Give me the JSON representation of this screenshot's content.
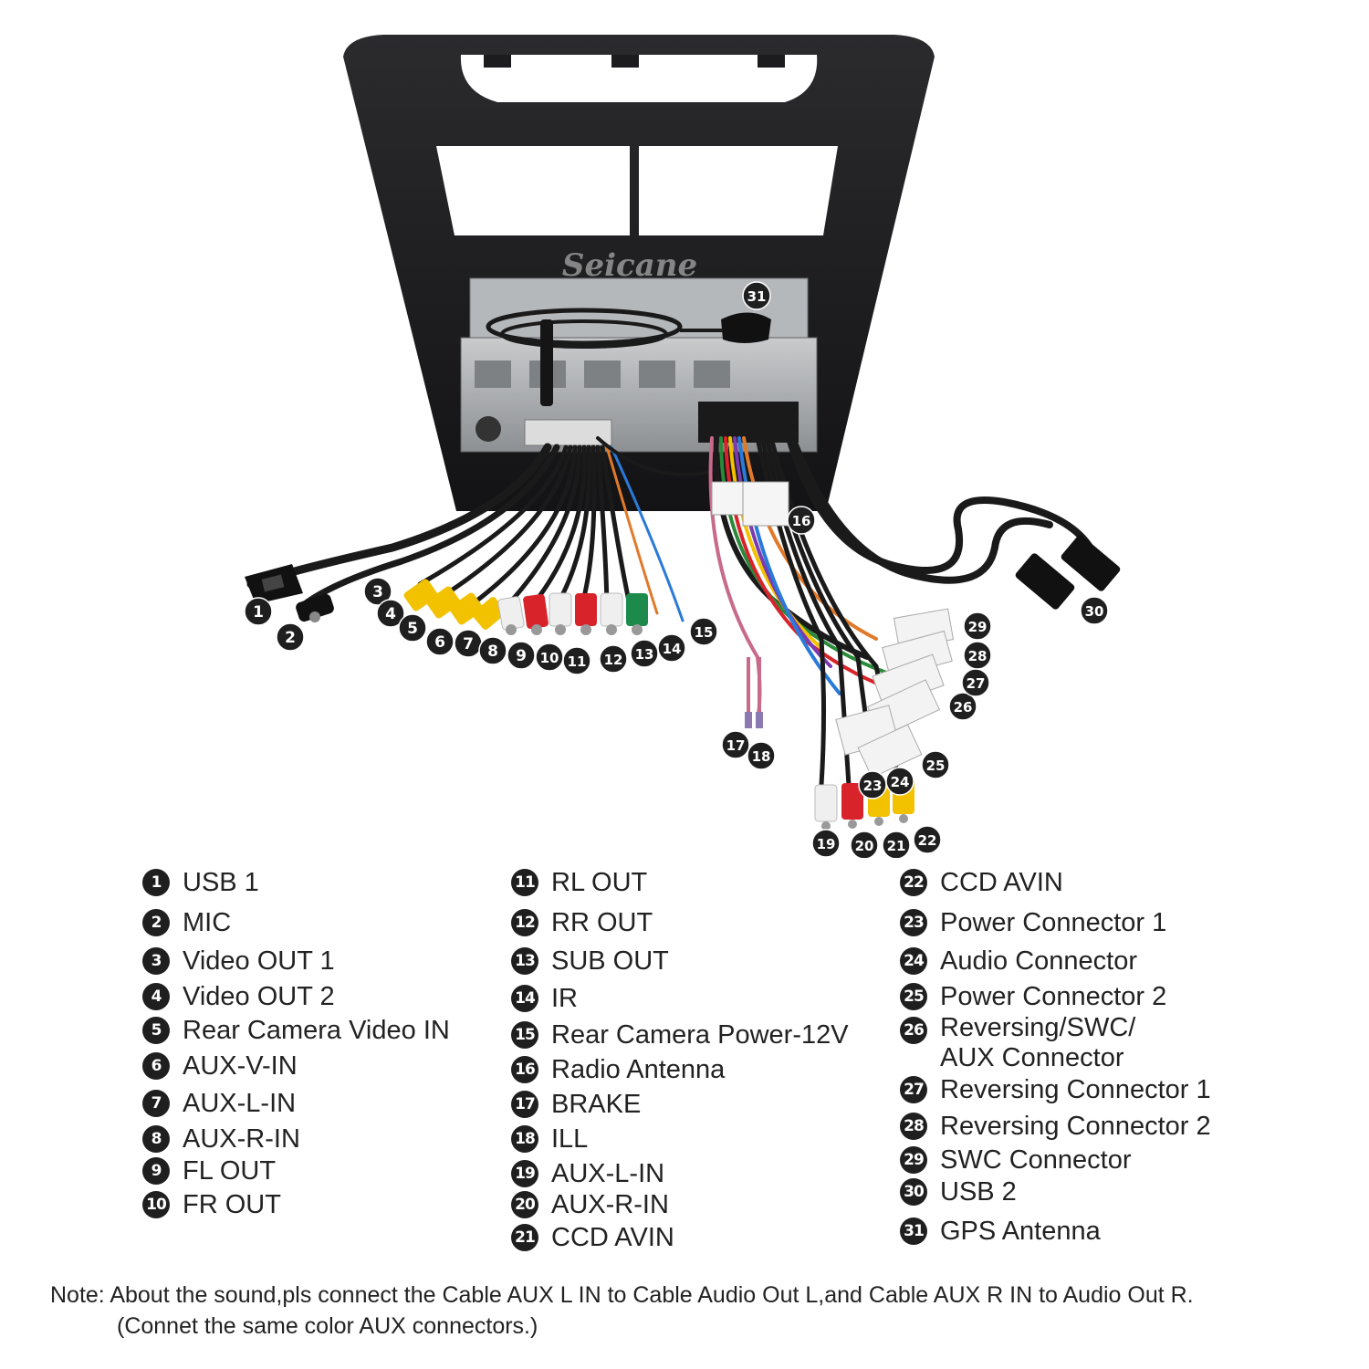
{
  "image": {
    "watermark": "Seicane",
    "diagram_badges": [
      {
        "n": "1"
      },
      {
        "n": "2"
      },
      {
        "n": "3"
      },
      {
        "n": "4"
      },
      {
        "n": "5"
      },
      {
        "n": "6"
      },
      {
        "n": "7"
      },
      {
        "n": "8"
      },
      {
        "n": "9"
      },
      {
        "n": "10"
      },
      {
        "n": "11"
      },
      {
        "n": "12"
      },
      {
        "n": "13"
      },
      {
        "n": "14"
      },
      {
        "n": "15"
      },
      {
        "n": "16"
      },
      {
        "n": "17"
      },
      {
        "n": "18"
      },
      {
        "n": "19"
      },
      {
        "n": "20"
      },
      {
        "n": "21"
      },
      {
        "n": "22"
      },
      {
        "n": "23"
      },
      {
        "n": "24"
      },
      {
        "n": "25"
      },
      {
        "n": "26"
      },
      {
        "n": "27"
      },
      {
        "n": "28"
      },
      {
        "n": "29"
      },
      {
        "n": "30"
      },
      {
        "n": "31"
      }
    ]
  },
  "legend": {
    "col1": [
      {
        "num": "1",
        "label": "USB 1"
      },
      {
        "num": "2",
        "label": "MIC"
      },
      {
        "num": "3",
        "label": "Video OUT 1"
      },
      {
        "num": "4",
        "label": "Video OUT 2"
      },
      {
        "num": "5",
        "label": "Rear Camera Video IN"
      },
      {
        "num": "6",
        "label": "AUX-V-IN"
      },
      {
        "num": "7",
        "label": "AUX-L-IN"
      },
      {
        "num": "8",
        "label": "AUX-R-IN"
      },
      {
        "num": "9",
        "label": "FL OUT"
      },
      {
        "num": "10",
        "label": "FR OUT"
      }
    ],
    "col2": [
      {
        "num": "11",
        "label": "RL OUT"
      },
      {
        "num": "12",
        "label": "RR OUT"
      },
      {
        "num": "13",
        "label": "SUB OUT"
      },
      {
        "num": "14",
        "label": "IR"
      },
      {
        "num": "15",
        "label": "Rear Camera Power-12V"
      },
      {
        "num": "16",
        "label": "Radio Antenna"
      },
      {
        "num": "17",
        "label": "BRAKE"
      },
      {
        "num": "18",
        "label": "ILL"
      },
      {
        "num": "19",
        "label": "AUX-L-IN"
      },
      {
        "num": "20",
        "label": "AUX-R-IN"
      },
      {
        "num": "21",
        "label": "CCD AVIN"
      }
    ],
    "col3": [
      {
        "num": "22",
        "label": "CCD AVIN"
      },
      {
        "num": "23",
        "label": "Power Connector 1"
      },
      {
        "num": "24",
        "label": "Audio Connector"
      },
      {
        "num": "25",
        "label": "Power Connector 2"
      },
      {
        "num": "26",
        "label": "Reversing/SWC/\nAUX Connector"
      },
      {
        "num": "27",
        "label": "Reversing Connector 1"
      },
      {
        "num": "28",
        "label": "Reversing Connector 2"
      },
      {
        "num": "29",
        "label": "SWC Connector"
      },
      {
        "num": "30",
        "label": "USB 2"
      },
      {
        "num": "31",
        "label": "GPS Antenna"
      }
    ]
  },
  "note": {
    "line1": "Note: About the sound,pls connect the Cable AUX L IN to Cable Audio Out L,and Cable AUX R IN to  Audio Out R.",
    "line2": "(Connet the same color AUX connectors.)"
  },
  "colors": {
    "frame": "#1c1c1e",
    "chassis": "#9a9da0",
    "badge": "#1f1f1f",
    "rca_yellow": "#f2c200",
    "rca_red": "#d8232a",
    "rca_white": "#efefef",
    "rca_green": "#1c8a4a"
  }
}
